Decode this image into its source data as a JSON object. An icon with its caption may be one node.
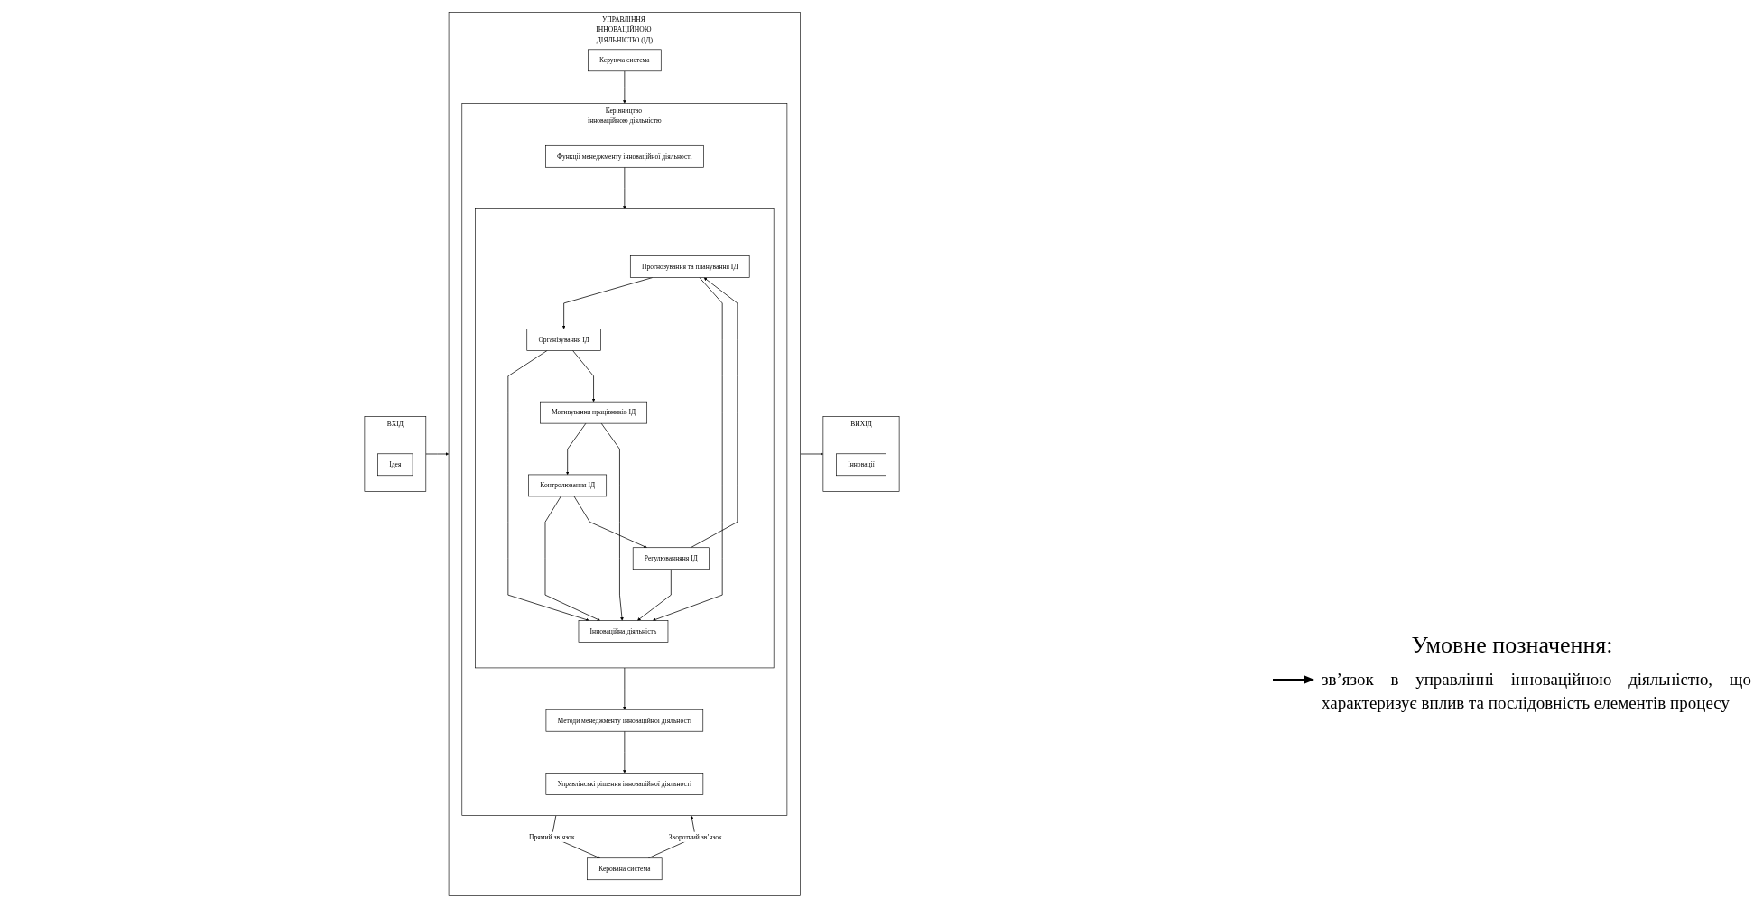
{
  "diagram": {
    "nodes": [
      {
        "text": [
          "УПРАВЛІННЯ ІННОВАЦІЙНОЮ ДІЯЛЬНІСТЮ (ІД)"
        ]
      },
      {
        "text": [
          "ВХІД"
        ]
      },
      {
        "text": [
          "Ідея"
        ],
        "in": 1
      },
      {
        "text": [
          "ВИХІД"
        ]
      },
      {
        "text": [
          "Інновації"
        ],
        "in": 3
      },
      {
        "text": [
          "Керуюча система"
        ],
        "in": 0
      },
      {
        "text": [
          "Керівництво інноваційною діяльністю"
        ],
        "in": 0
      },
      {
        "text": [
          "Функції менеджменту інноваційної діяльності"
        ],
        "in": 6
      },
      {
        "text": [],
        "shape": "box",
        "in": 6
      },
      {
        "text": [
          "Прогнозування та планування ІД"
        ],
        "in": 8
      },
      {
        "text": [
          "Регулюванняня ІД"
        ],
        "in": 8
      },
      {
        "text": [
          "Інноваційна діяльність"
        ],
        "in": 8
      },
      {
        "text": [
          "Організування ІД"
        ],
        "in": 8
      },
      {
        "text": [
          "Контролювання ІД"
        ],
        "in": 8
      },
      {
        "text": [
          "Мотивування працівників ІД"
        ],
        "in": 8
      },
      {
        "text": [
          "Методи менеджменту інноваційної діяльності"
        ],
        "in": 6
      },
      {
        "text": [
          "Управлінські рішення інноваційної діяльності"
        ],
        "in": 6
      },
      {
        "text": [
          "Керована система"
        ],
        "in": 0
      }
    ],
    "edges": [
      {
        "from": 1,
        "to": 0,
        "arrow": "to"
      },
      {
        "from": 0,
        "to": 3,
        "arrow": "to"
      },
      {
        "from": 5,
        "to": 6,
        "arrow": "to"
      },
      {
        "from": 7,
        "to": 8,
        "arrow": "to"
      },
      {
        "from": 10,
        "to": 9,
        "arrow": "to"
      },
      {
        "from": 9,
        "to": 12,
        "arrow": "to"
      },
      {
        "from": 9,
        "to": 11,
        "arrow": "to"
      },
      {
        "from": 10,
        "to": 11,
        "arrow": "to"
      },
      {
        "from": 12,
        "to": 11,
        "arrow": "to"
      },
      {
        "from": 12,
        "to": 14,
        "arrow": "to"
      },
      {
        "from": 14,
        "to": 13,
        "arrow": "to"
      },
      {
        "from": 14,
        "to": 11,
        "arrow": "to"
      },
      {
        "from": 13,
        "to": 11,
        "arrow": "to"
      },
      {
        "from": 13,
        "to": 10,
        "arrow": "to"
      },
      {
        "from": 8,
        "to": 15,
        "arrow": "to"
      },
      {
        "from": 15,
        "to": 16,
        "arrow": "to"
      },
      {
        "from": 17,
        "to": 6,
        "arrow": "to",
        "label": "Зворотний зв’язок"
      },
      {
        "from": 6,
        "to": 17,
        "arrow": "to",
        "label": "Прямий зв’язок"
      }
    ],
    "labels": [
      "Умовне позначення:"
    ],
    "legend": [
      {
        "text": "зв’язок в управлінні інноваційною діяльністю, що характеризує вплив та послідовність елементів процесу"
      }
    ]
  }
}
